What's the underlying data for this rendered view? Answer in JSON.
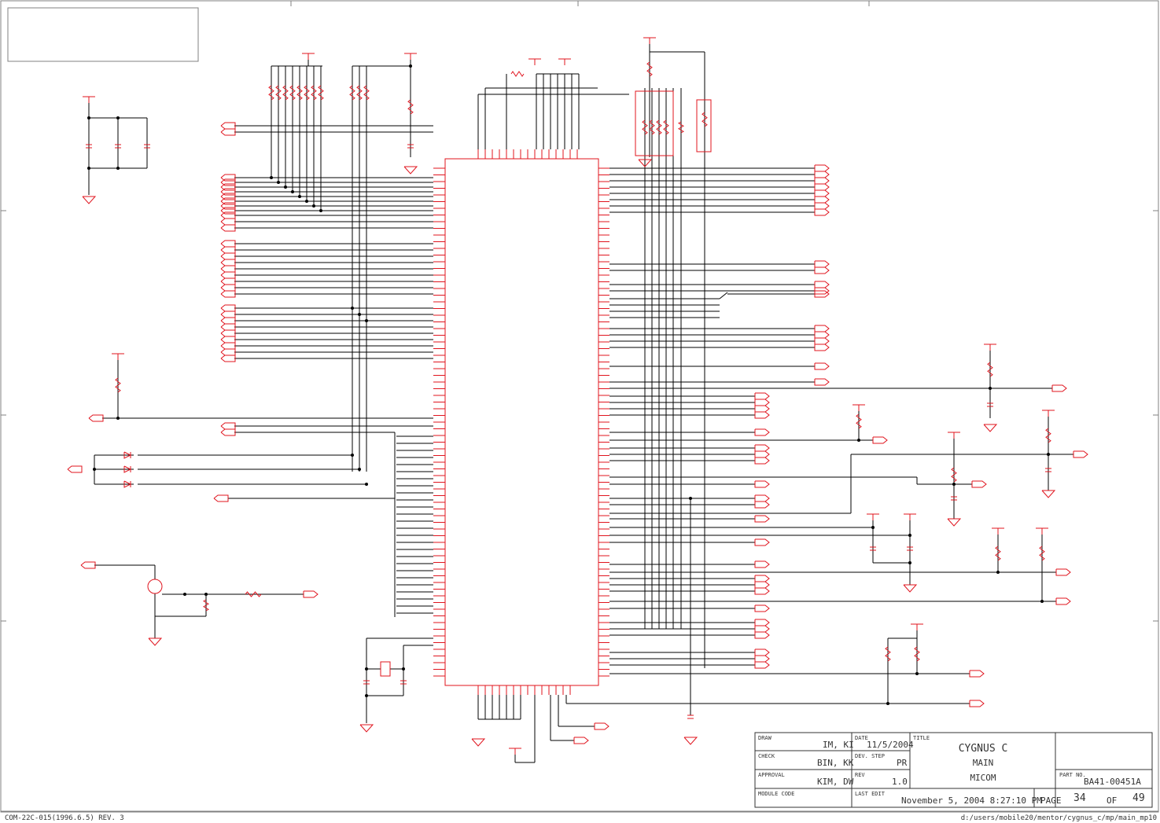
{
  "colors": {
    "wire": "#000000",
    "component": "#e0141e",
    "frame": "#808080",
    "title_text": "#333333"
  },
  "title_block": {
    "draw_label": "DRAW",
    "draw_value": "IM, KI",
    "date_label": "DATE",
    "date_value": "11/5/2004",
    "title_label": "TITLE",
    "title_lines": [
      "CYGNUS C",
      "MAIN",
      "MICOM"
    ],
    "check_label": "CHECK",
    "check_value": "BIN, KK",
    "dev_step_label": "DEV. STEP",
    "dev_step_value": "PR",
    "approval_label": "APPROVAL",
    "approval_value": "KIM, DW",
    "rev_label": "REV",
    "rev_value": "1.0",
    "part_no_label": "PART NO.",
    "part_no_value": "BA41-00451A",
    "module_code_label": "MODULE CODE",
    "last_edit_label": "LAST EDIT",
    "last_edit_value": "November 5, 2004  8:27:10 PM",
    "page_label": "PAGE",
    "page_value": "34",
    "of_label": "OF",
    "of_value": "49"
  },
  "footer": {
    "left": "COM-22C-015(1996.6.5) REV. 3",
    "right": "d:/users/mobile20/mentor/cygnus_c/mp/main_mp10"
  }
}
